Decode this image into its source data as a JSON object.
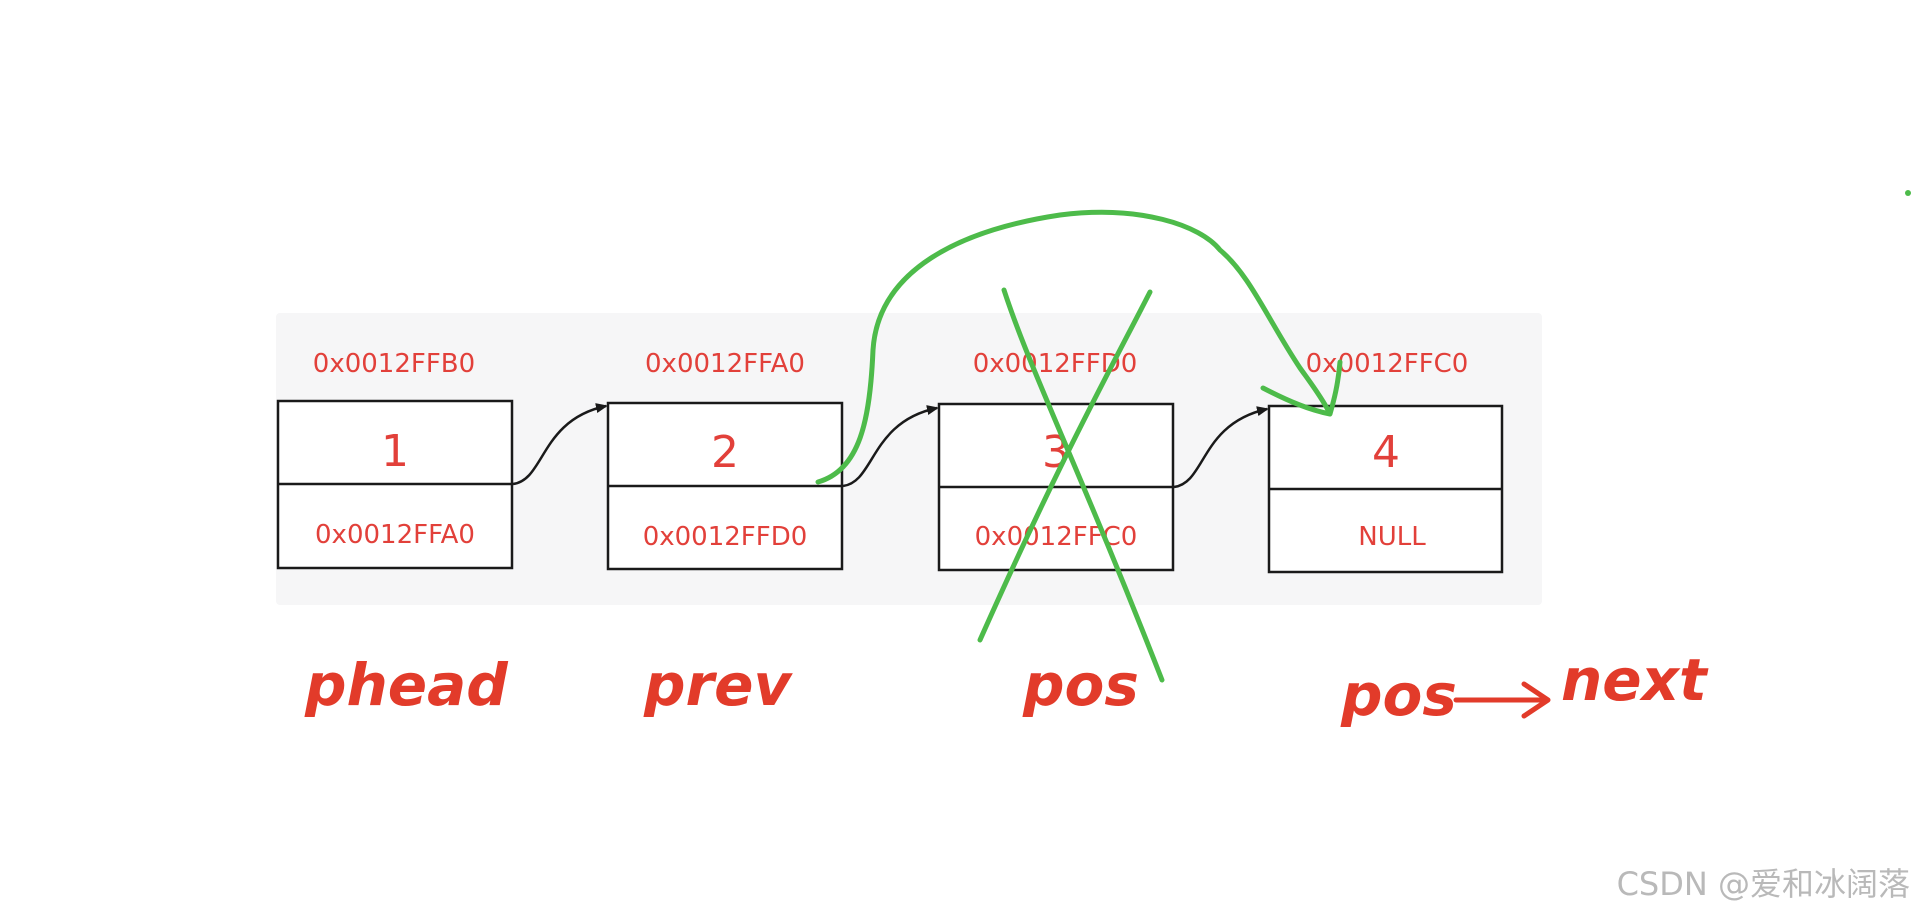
{
  "nodes": [
    {
      "address": "0x0012FFB0",
      "value": "1",
      "next": "0x0012FFA0"
    },
    {
      "address": "0x0012FFA0",
      "value": "2",
      "next": "0x0012FFD0"
    },
    {
      "address": "0x0012FFD0",
      "value": "3",
      "next": "0x0012FFC0"
    },
    {
      "address": "0x0012FFC0",
      "value": "4",
      "next": "NULL"
    }
  ],
  "handwritten_labels": {
    "phead": "phead",
    "prev": "prev",
    "pos": "pos",
    "pos_next_left": "pos",
    "pos_next_right": "next"
  },
  "annotations": {
    "crossed_out_node_index": 2,
    "relink_from_node_index": 1,
    "relink_to_node_index": 3,
    "annotation_color": "#4dbb4a",
    "text_color": "#e23b2a"
  },
  "watermark": "CSDN @爱和冰阔落"
}
